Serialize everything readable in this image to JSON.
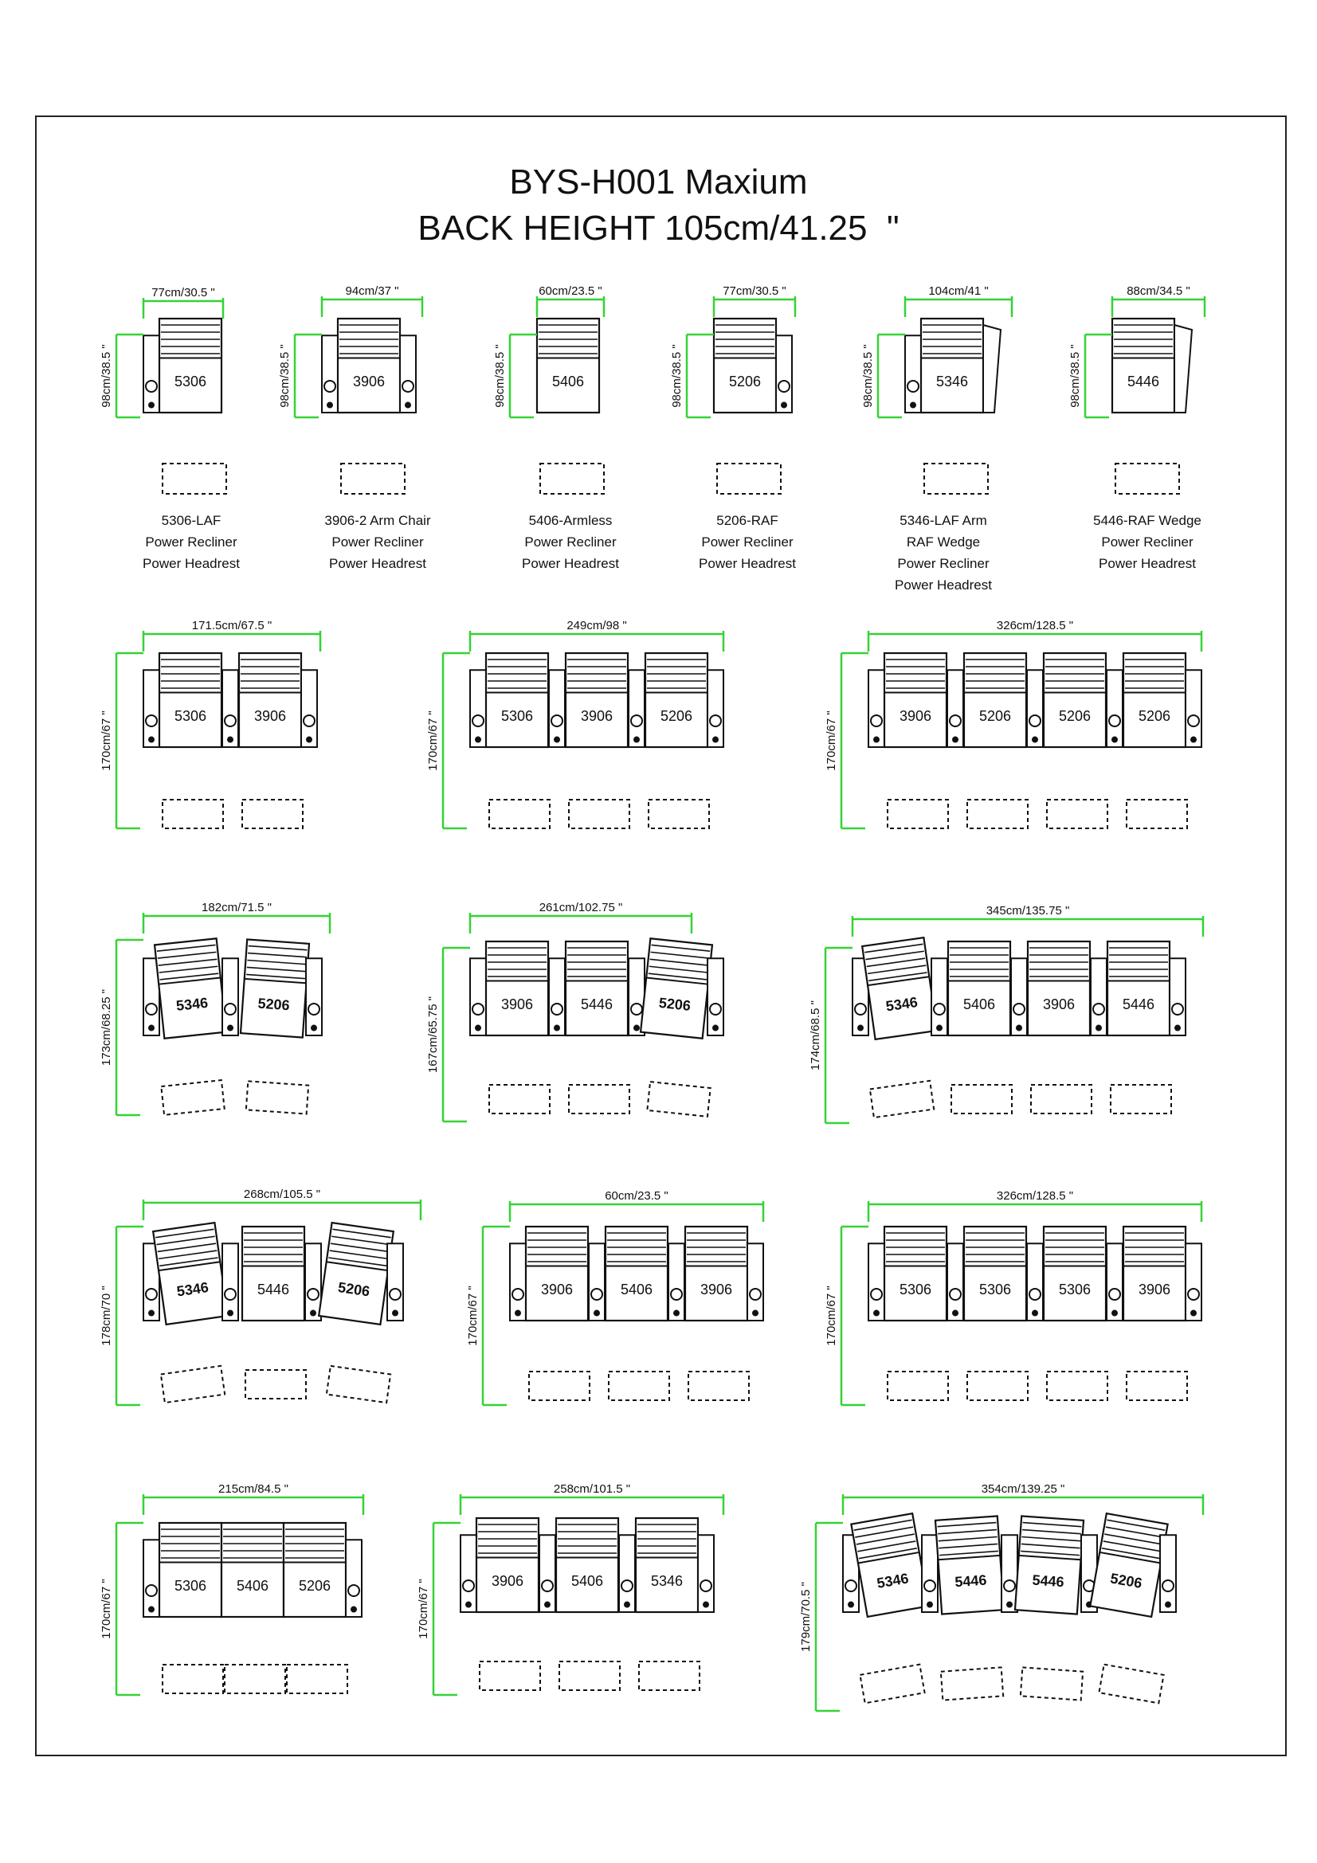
{
  "title": {
    "line1": "BYS-H001 Maxium",
    "line2": "BACK HEIGHT 105cm/41.25  \""
  },
  "colors": {
    "dimension": "#35d335",
    "outline": "#111111",
    "frame": "#222222"
  },
  "captions": [
    {
      "lines": [
        "5306-LAF",
        "Power Recliner",
        "Power Headrest"
      ]
    },
    {
      "lines": [
        "3906-2 Arm Chair",
        "Power Recliner",
        "Power Headrest"
      ]
    },
    {
      "lines": [
        "5406-Armless",
        "Power Recliner",
        "Power Headrest"
      ]
    },
    {
      "lines": [
        "5206-RAF",
        "Power Recliner",
        "Power Headrest"
      ]
    },
    {
      "lines": [
        "5346-LAF Arm",
        "RAF Wedge",
        "Power Recliner",
        "Power Headrest"
      ]
    },
    {
      "lines": [
        "5446-RAF Wedge",
        "Power Recliner",
        "Power Headrest"
      ]
    }
  ],
  "configurations": [
    {
      "width_label": "77cm/30.5 \"",
      "depth_label": "98cm/38.5 \"",
      "seats": [
        {
          "code": "5306"
        }
      ]
    },
    {
      "width_label": "94cm/37 \"",
      "depth_label": "98cm/38.5 \"",
      "seats": [
        {
          "code": "3906"
        }
      ]
    },
    {
      "width_label": "60cm/23.5 \"",
      "depth_label": "98cm/38.5 \"",
      "seats": [
        {
          "code": "5406"
        }
      ]
    },
    {
      "width_label": "77cm/30.5 \"",
      "depth_label": "98cm/38.5 \"",
      "seats": [
        {
          "code": "5206"
        }
      ]
    },
    {
      "width_label": "104cm/41 \"",
      "depth_label": "98cm/38.5 \"",
      "seats": [
        {
          "code": "5346"
        }
      ]
    },
    {
      "width_label": "88cm/34.5 \"",
      "depth_label": "98cm/38.5 \"",
      "seats": [
        {
          "code": "5446"
        }
      ]
    },
    {
      "width_label": "171.5cm/67.5 \"",
      "depth_label": "170cm/67 \"",
      "seats": [
        {
          "code": "5306"
        },
        {
          "code": "3906"
        }
      ]
    },
    {
      "width_label": "249cm/98 \"",
      "depth_label": "170cm/67 \"",
      "seats": [
        {
          "code": "5306"
        },
        {
          "code": "3906"
        },
        {
          "code": "5206"
        }
      ]
    },
    {
      "width_label": "326cm/128.5 \"",
      "depth_label": "170cm/67 \"",
      "seats": [
        {
          "code": "3906"
        },
        {
          "code": "5206"
        },
        {
          "code": "5206"
        },
        {
          "code": "5206"
        }
      ]
    },
    {
      "width_label": "182cm/71.5 \"",
      "depth_label": "173cm/68.25 \"",
      "seats": [
        {
          "code": "5346"
        },
        {
          "code": "5206"
        }
      ]
    },
    {
      "width_label": "261cm/102.75 \"",
      "depth_label": "167cm/65.75 \"",
      "seats": [
        {
          "code": "3906"
        },
        {
          "code": "5446"
        },
        {
          "code": "5206"
        }
      ]
    },
    {
      "width_label": "345cm/135.75 \"",
      "depth_label": "174cm/68.5 \"",
      "seats": [
        {
          "code": "5346"
        },
        {
          "code": "5406"
        },
        {
          "code": "3906"
        },
        {
          "code": "5446"
        }
      ]
    },
    {
      "width_label": "268cm/105.5 \"",
      "depth_label": "178cm/70 \"",
      "seats": [
        {
          "code": "5346"
        },
        {
          "code": "5446"
        },
        {
          "code": "5206"
        }
      ]
    },
    {
      "width_label": "60cm/23.5 \"",
      "depth_label": "170cm/67 \"",
      "seats": [
        {
          "code": "3906"
        },
        {
          "code": "5406"
        },
        {
          "code": "3906"
        }
      ]
    },
    {
      "width_label": "326cm/128.5 \"",
      "depth_label": "170cm/67 \"",
      "seats": [
        {
          "code": "5306"
        },
        {
          "code": "5306"
        },
        {
          "code": "5306"
        },
        {
          "code": "3906"
        }
      ]
    },
    {
      "width_label": "215cm/84.5 \"",
      "depth_label": "170cm/67 \"",
      "seats": [
        {
          "code": "5306"
        },
        {
          "code": "5406"
        },
        {
          "code": "5206"
        }
      ]
    },
    {
      "width_label": "258cm/101.5 \"",
      "depth_label": "170cm/67 \"",
      "seats": [
        {
          "code": "3906"
        },
        {
          "code": "5406"
        },
        {
          "code": "5346"
        }
      ]
    },
    {
      "width_label": "354cm/139.25 \"",
      "depth_label": "179cm/70.5 \"",
      "seats": [
        {
          "code": "5346"
        },
        {
          "code": "5446"
        },
        {
          "code": "5446"
        },
        {
          "code": "5206"
        }
      ]
    }
  ]
}
